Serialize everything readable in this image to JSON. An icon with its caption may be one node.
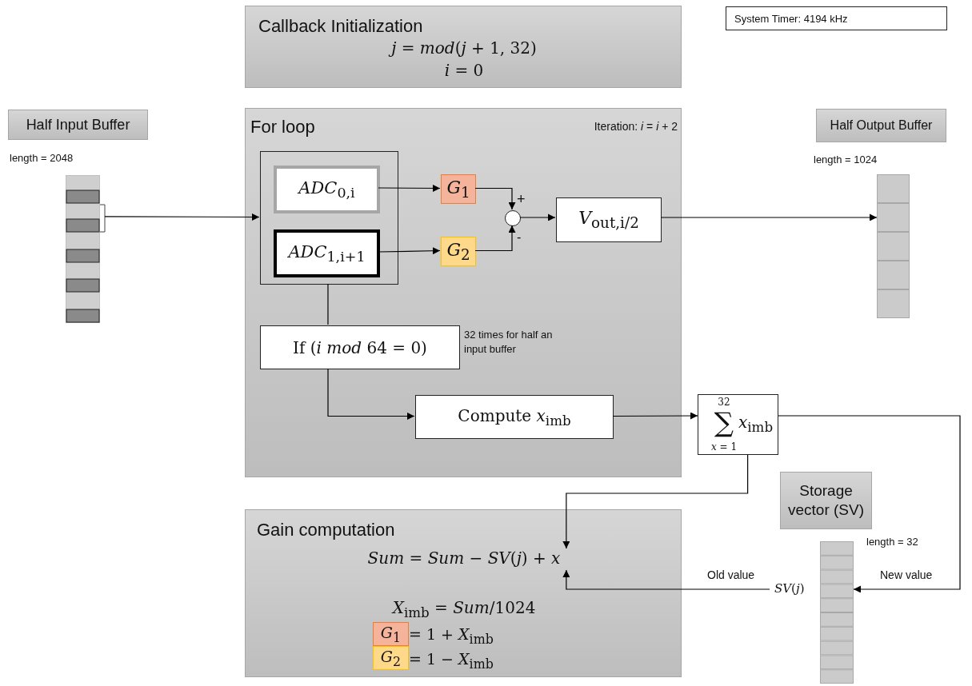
{
  "diagram": {
    "nodes": [
      {
        "text": [
          "Callback Initialization",
          "*j* = *mod*(*j* + 1, 32)",
          "*i* = 0"
        ]
      },
      {
        "text": [
          "System Timer: 4194 kHz"
        ]
      },
      {
        "text": [
          "Half Input Buffer"
        ]
      },
      {
        "text": [],
        "shape": "bar",
        "beside": [
          "length = 2048"
        ]
      },
      {
        "text": [
          "For loop",
          "Iteration: *i* = *i* + 2"
        ]
      },
      {
        "text": [],
        "shape": "box",
        "in": 4
      },
      {
        "text": [
          "*ADC*$_{0,i}$"
        ],
        "in": 5
      },
      {
        "text": [
          "*ADC*$_{1,i+1}$"
        ],
        "in": 5
      },
      {
        "text": [
          "*G*$_{1}$"
        ],
        "in": 4
      },
      {
        "text": [
          "*G*$_{2}$"
        ],
        "in": 4
      },
      {
        "text": [],
        "shape": "circle",
        "in": 4
      },
      {
        "text": [
          "*V*$_{out,i/2}$"
        ],
        "in": 4
      },
      {
        "text": [
          "If (*i mod* 64 = 0)"
        ],
        "in": 4,
        "beside": [
          "32 times for half an input buffer"
        ]
      },
      {
        "text": [
          "Compute *x*$_{imb}$"
        ],
        "in": 4
      },
      {
        "text": [
          "32",
          "∑",
          "*x*$_{imb}$",
          "*x* = 1"
        ]
      },
      {
        "text": [
          "Half Output Buffer"
        ]
      },
      {
        "text": [],
        "shape": "bar",
        "beside": [
          "length = 1024"
        ]
      },
      {
        "text": [
          "Storage vector (SV)"
        ]
      },
      {
        "text": [],
        "shape": "bar",
        "beside": [
          "length = 32",
          "*SV*(*j*)"
        ]
      },
      {
        "text": [
          "Gain computation",
          "*Sum* = *Sum* − *SV*(*j*) + *x*",
          "*X*$_{imb}$ = *Sum*/1024",
          "= 1 + *X*$_{imb}$",
          "= 1 − *X*$_{imb}$"
        ]
      },
      {
        "text": [
          "*G*$_{1}$"
        ],
        "in": 19
      },
      {
        "text": [
          "*G*$_{2}$"
        ],
        "in": 19
      }
    ],
    "edges": [
      {
        "from": 3,
        "to": 5,
        "arrow": "to"
      },
      {
        "from": 6,
        "to": 8,
        "arrow": "to"
      },
      {
        "from": 7,
        "to": 9,
        "arrow": "to"
      },
      {
        "from": 8,
        "to": 10,
        "arrow": "to"
      },
      {
        "from": 9,
        "to": 10,
        "arrow": "to"
      },
      {
        "from": 10,
        "to": 11,
        "arrow": "to"
      },
      {
        "from": 11,
        "to": 16,
        "arrow": "to"
      },
      {
        "from": 5,
        "to": 12,
        "arrow": "none"
      },
      {
        "from": 12,
        "to": 13,
        "arrow": "to"
      },
      {
        "from": 13,
        "to": 14,
        "arrow": "to"
      },
      {
        "from": 14,
        "to": 19,
        "arrow": "to"
      },
      {
        "from": 14,
        "to": 18,
        "arrow": "to",
        "label": "New value"
      },
      {
        "from": 18,
        "to": 19,
        "arrow": "to",
        "label": "Old value"
      }
    ],
    "labels": [
      "+",
      "-"
    ]
  }
}
